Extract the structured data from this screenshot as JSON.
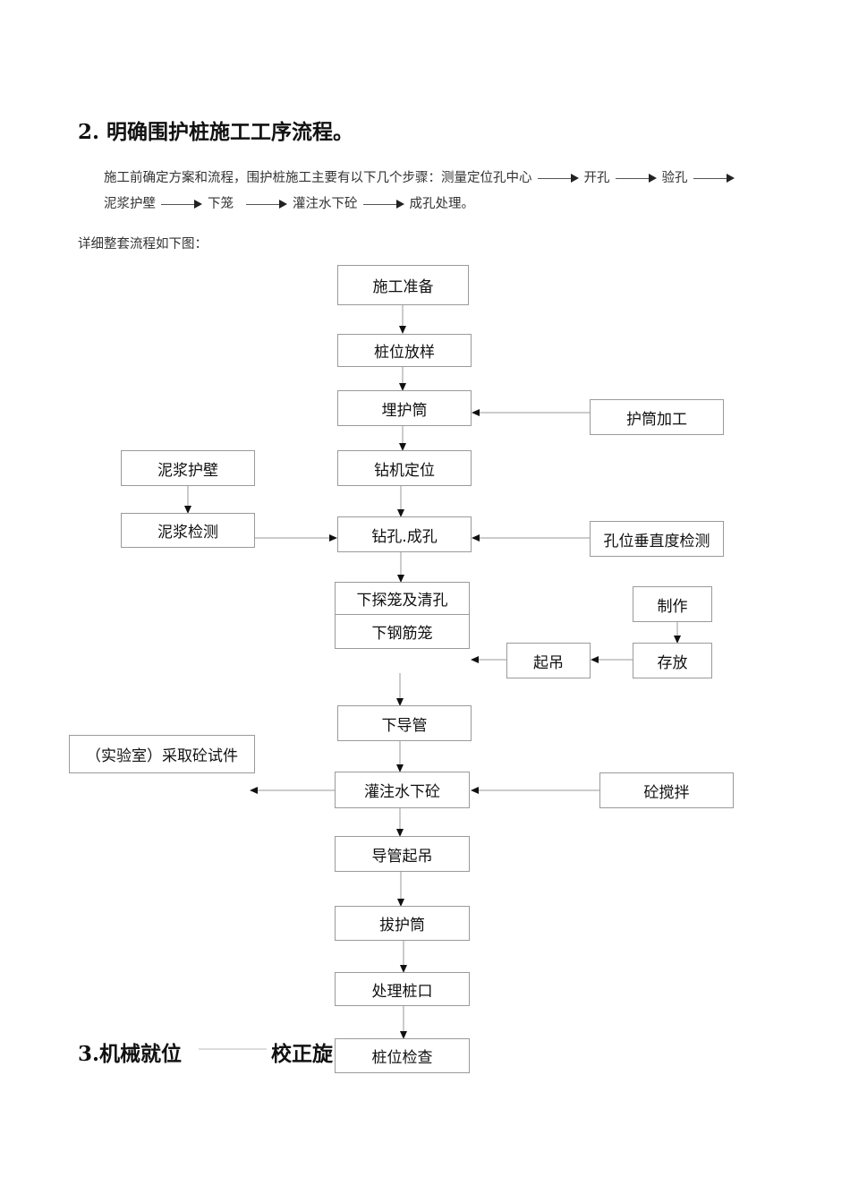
{
  "section2": {
    "title": "2. 明确围护桩施工工序流程。",
    "intro_line1": [
      "施工前确定方案和流程，围护桩施工主要有以下几个步骤：测量定位孔中心",
      "开孔",
      "验孔"
    ],
    "intro_line2": [
      "泥浆护壁",
      "下笼",
      "灌注水下砼",
      "成孔处理。"
    ],
    "detail_text": "详细整套流程如下图："
  },
  "flowchart": {
    "main_steps": [
      "施工准备",
      "桩位放样",
      "埋护筒",
      "钻机定位",
      "钻孔.成孔",
      "下探笼及清孔",
      "下钢筋笼",
      "下导管",
      "灌注水下砼",
      "导管起吊",
      "拔护筒",
      "处理桩口",
      "桩位检查"
    ],
    "side_steps": {
      "casing_fabrication": "护筒加工",
      "mud_wall": "泥浆护壁",
      "mud_test": "泥浆检测",
      "hole_verticality": "孔位垂直度检测",
      "make": "制作",
      "store": "存放",
      "lift": "起吊",
      "lab_sampling": "（实验室）采取砼试件",
      "concrete_mixing": "砼搅拌"
    }
  },
  "section3": {
    "title_part1": "3.机械就位",
    "title_part2": "校正旋"
  }
}
